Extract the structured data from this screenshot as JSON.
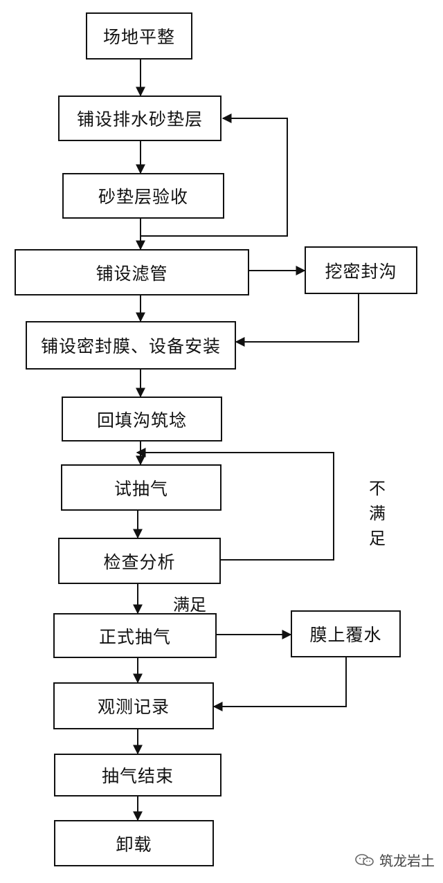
{
  "steps": {
    "site_leveling": "场地平整",
    "lay_sand_cushion": "铺设排水砂垫层",
    "cushion_acceptance": "砂垫层验收",
    "lay_filter_pipe": "铺设滤管",
    "dig_seal_trench": "挖密封沟",
    "lay_membrane_install": "铺设密封膜、设备安装",
    "backfill_trench": "回填沟筑埝",
    "trial_pumping": "试抽气",
    "check_analysis": "检查分析",
    "formal_pumping": "正式抽气",
    "water_cover": "膜上覆水",
    "observe_record": "观测记录",
    "pumping_end": "抽气结束",
    "unloading": "卸载"
  },
  "labels": {
    "not_satisfied": [
      "不",
      "满",
      "足"
    ],
    "satisfied": "满足"
  },
  "watermark": {
    "text": "筑龙岩土",
    "icon": "wechat-icon"
  }
}
